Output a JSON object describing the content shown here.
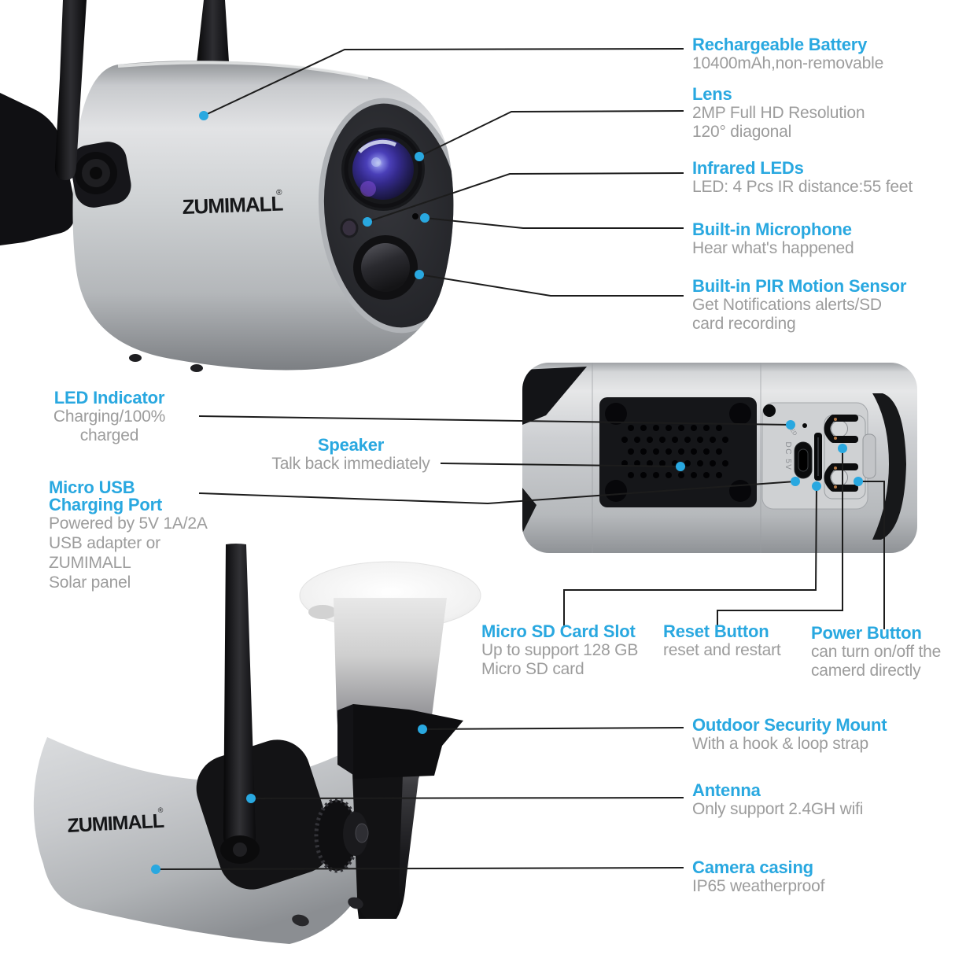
{
  "product": {
    "brand": "ZUMIMALL",
    "brand_mark": "®"
  },
  "colors": {
    "accent": "#29a8e0",
    "subtext": "#9c9c9c",
    "leader_line": "#1c1c1c",
    "dot": "#29a8e0"
  },
  "back_panel": {
    "dc_label": "DC 5V",
    "led_label": "LED"
  },
  "callouts": {
    "battery": {
      "title": "Rechargeable Battery",
      "desc": [
        "10400mAh,non-removable"
      ]
    },
    "lens": {
      "title": "Lens",
      "desc": [
        "2MP Full HD Resolution",
        "120° diagonal"
      ]
    },
    "infrared": {
      "title": "Infrared LEDs",
      "desc": [
        "LED: 4 Pcs IR distance:55 feet"
      ]
    },
    "microphone": {
      "title": "Built-in Microphone",
      "desc": [
        "Hear what's happened"
      ]
    },
    "pir": {
      "title": "Built-in PIR Motion Sensor",
      "desc": [
        "Get Notifications alerts/SD",
        "card recording"
      ]
    },
    "led": {
      "title": "LED Indicator",
      "desc": [
        "Charging/100%",
        "charged"
      ]
    },
    "speaker": {
      "title": "Speaker",
      "desc": [
        "Talk back immediately"
      ]
    },
    "usb": {
      "title_line1": "Micro USB",
      "title_line2": "Charging Port",
      "desc": [
        "Powered by 5V 1A/2A",
        "USB adapter or",
        "ZUMIMALL",
        "Solar panel"
      ]
    },
    "sd": {
      "title": "Micro SD Card Slot",
      "desc": [
        "Up to support 128 GB",
        "Micro SD card"
      ]
    },
    "reset": {
      "title": "Reset Button",
      "desc": [
        "reset and restart"
      ]
    },
    "power": {
      "title": "Power Button",
      "desc": [
        "can turn on/off the",
        "camerd directly"
      ]
    },
    "mount": {
      "title": "Outdoor Security Mount",
      "desc": [
        "With a hook & loop strap"
      ]
    },
    "antenna": {
      "title": "Antenna",
      "desc": [
        "Only support 2.4GH wifi"
      ]
    },
    "casing": {
      "title": "Camera casing",
      "desc": [
        "IP65 weatherproof"
      ]
    }
  }
}
